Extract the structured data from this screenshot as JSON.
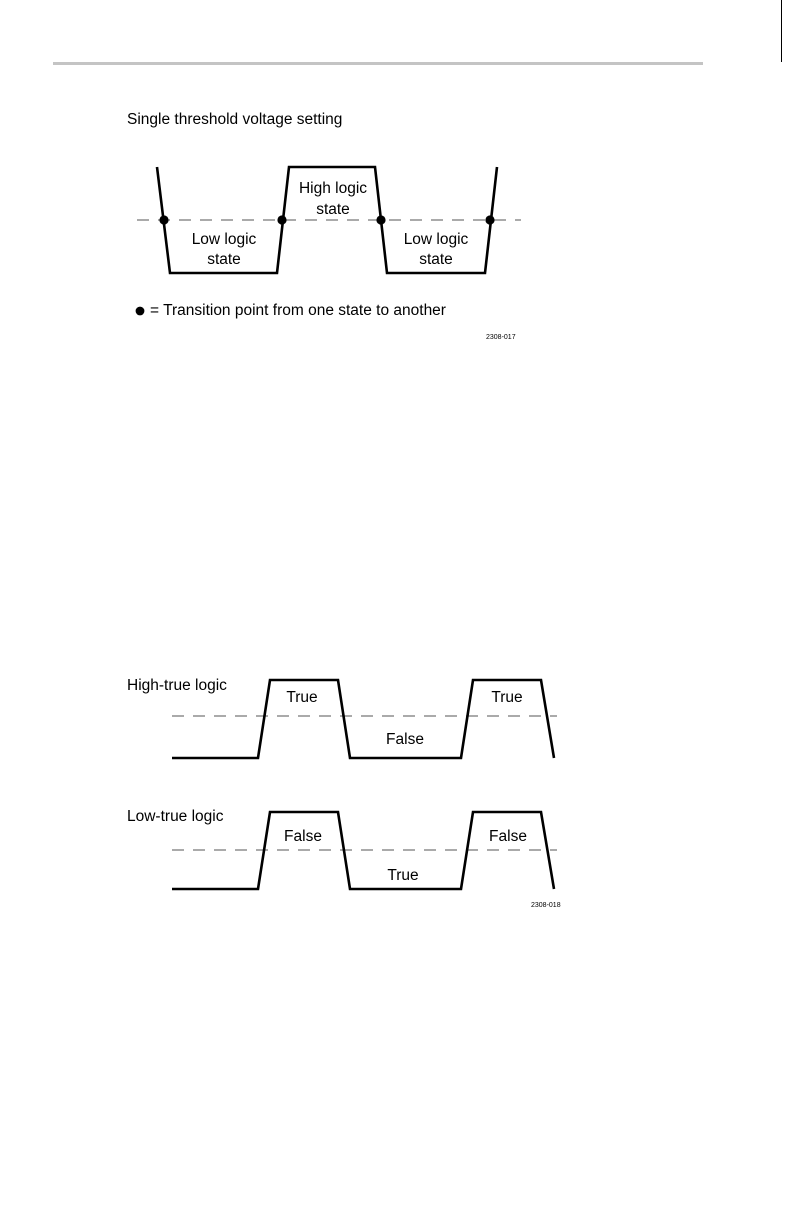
{
  "figure1": {
    "title": "Single threshold voltage setting",
    "labels": {
      "low_left_1": "Low logic",
      "low_left_2": "state",
      "high_1": "High logic",
      "high_2": "state",
      "low_right_1": "Low logic",
      "low_right_2": "state"
    },
    "legend": "= Transition point from one state to another",
    "figure_id": "2308-017"
  },
  "figure2": {
    "high_true": {
      "title": "High-true logic",
      "labels": {
        "high_left": "True",
        "low_mid": "False",
        "high_right": "True"
      }
    },
    "low_true": {
      "title": "Low-true logic",
      "labels": {
        "high_left": "False",
        "low_mid": "True",
        "high_right": "False"
      }
    },
    "figure_id": "2308-018"
  }
}
